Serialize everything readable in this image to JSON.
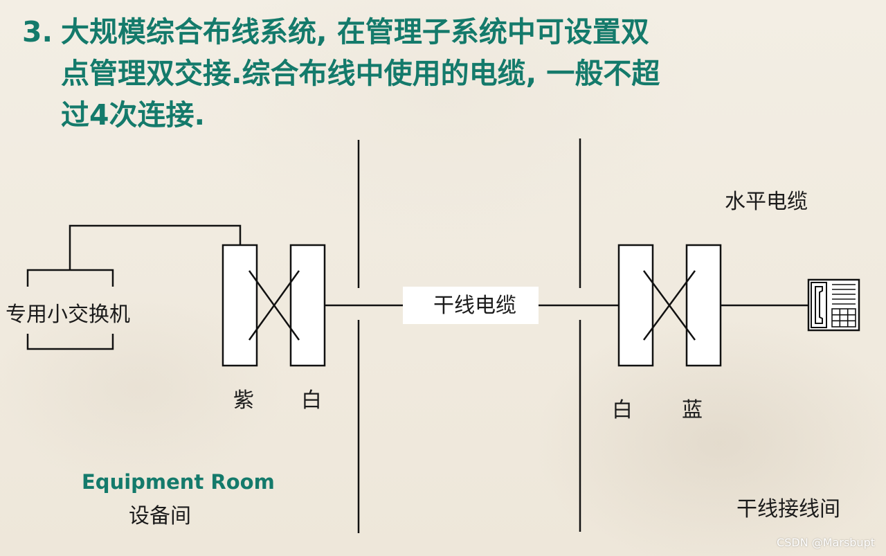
{
  "title": {
    "number": "3.",
    "line1": "大规模综合布线系统, 在管理子系统中可设置双",
    "line2": "点管理双交接.综合布线中使用的电缆, 一般不超",
    "line3": "过4次连接."
  },
  "labels": {
    "pbx": "专用小交换机",
    "purple": "紫",
    "white_left": "白",
    "trunk_cable": "干线电缆",
    "white_right": "白",
    "blue": "蓝",
    "horizontal_cable": "水平电缆",
    "equipment_room_en": "Equipment Room",
    "equipment_room_cn": "设备间",
    "trunk_closet": "干线接线间"
  },
  "watermark": "CSDN @Marsbupt",
  "colors": {
    "title": "#147a6b",
    "line": "#111111",
    "background": "#f1ebe0"
  }
}
